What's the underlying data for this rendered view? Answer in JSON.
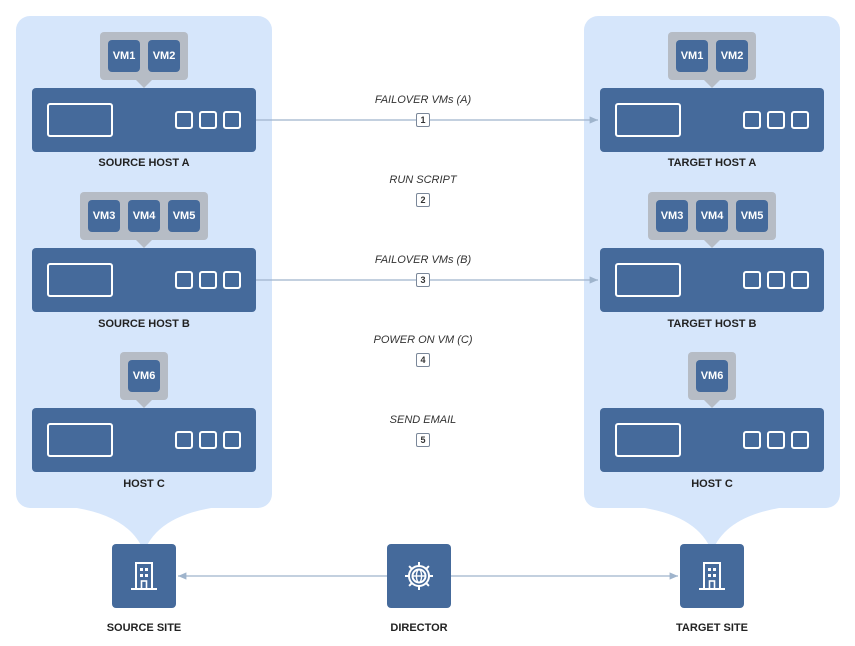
{
  "source_site": {
    "hosts": [
      {
        "name": "SOURCE HOST A",
        "vms": [
          "VM1",
          "VM2"
        ]
      },
      {
        "name": "SOURCE HOST B",
        "vms": [
          "VM3",
          "VM4",
          "VM5"
        ]
      },
      {
        "name": "HOST C",
        "vms": [
          "VM6"
        ]
      }
    ],
    "label": "SOURCE SITE",
    "icon": "building-icon"
  },
  "target_site": {
    "hosts": [
      {
        "name": "TARGET HOST A",
        "vms": [
          "VM1",
          "VM2"
        ]
      },
      {
        "name": "TARGET HOST B",
        "vms": [
          "VM3",
          "VM4",
          "VM5"
        ]
      },
      {
        "name": "HOST C",
        "vms": [
          "VM6"
        ]
      }
    ],
    "label": "TARGET SITE",
    "icon": "building-icon"
  },
  "director": {
    "label": "DIRECTOR",
    "icon": "globe-gear-icon"
  },
  "steps": [
    {
      "number": "1",
      "label": "FAILOVER VMs (A)"
    },
    {
      "number": "2",
      "label": "RUN SCRIPT"
    },
    {
      "number": "3",
      "label": "FAILOVER VMs (B)"
    },
    {
      "number": "4",
      "label": "POWER ON VM (C)"
    },
    {
      "number": "5",
      "label": "SEND EMAIL"
    }
  ],
  "colors": {
    "panel": "#d6e6fb",
    "host": "#456a9b",
    "vm_group": "#b6bcc5",
    "connector": "#9fb4cc"
  }
}
